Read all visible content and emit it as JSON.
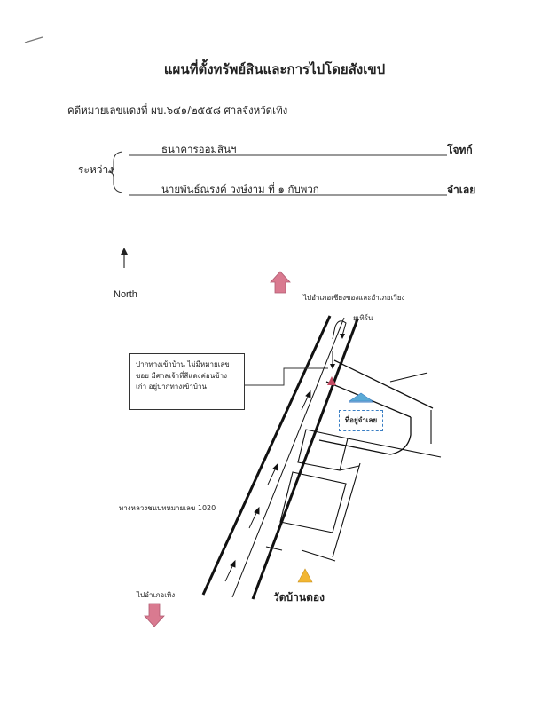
{
  "document": {
    "title": "แผนที่ตั้งทรัพย์สินและการไปโดยสังเขป",
    "case_line": "คดีหมายเลขแดงที่ ผบ.๖๔๑/๒๕๕๘ ศาลจังหวัดเทิง",
    "between_label": "ระหว่าง",
    "plaintiff_name": "ธนาคารออมสินฯ",
    "plaintiff_role": "โจทก์",
    "defendant_name": "นายพันธ์ณรงค์ วงษ์งาม ที่ ๑ กับพวก",
    "defendant_role": "จำเลย"
  },
  "map": {
    "north_label": "North",
    "top_direction_label": "ไปอำเภอเชียงของและอำเภอเวียง",
    "u_turn_label": "ยูเทิร์น",
    "callout_text": "ปากทางเข้าบ้าน ไม่มีหมายเลข ซอย มีศาลเจ้าที่สีแดงค่อนข้าง เก่า อยู่ปากทางเข้าบ้าน",
    "road_label": "ทางหลวงชนบทหมายเลข 1020",
    "property_label": "ที่อยู่จำเลย",
    "temple_label": "วัดบ้านตอง",
    "bottom_direction_label": "ไปอำเภอเทิง",
    "colors": {
      "arrow_pink": "#d97a90",
      "roof_blue": "#5aaad6",
      "temple_yellow": "#f2b632",
      "shrine_red": "#c44b63",
      "dashed_blue": "#3b7fc4"
    }
  }
}
